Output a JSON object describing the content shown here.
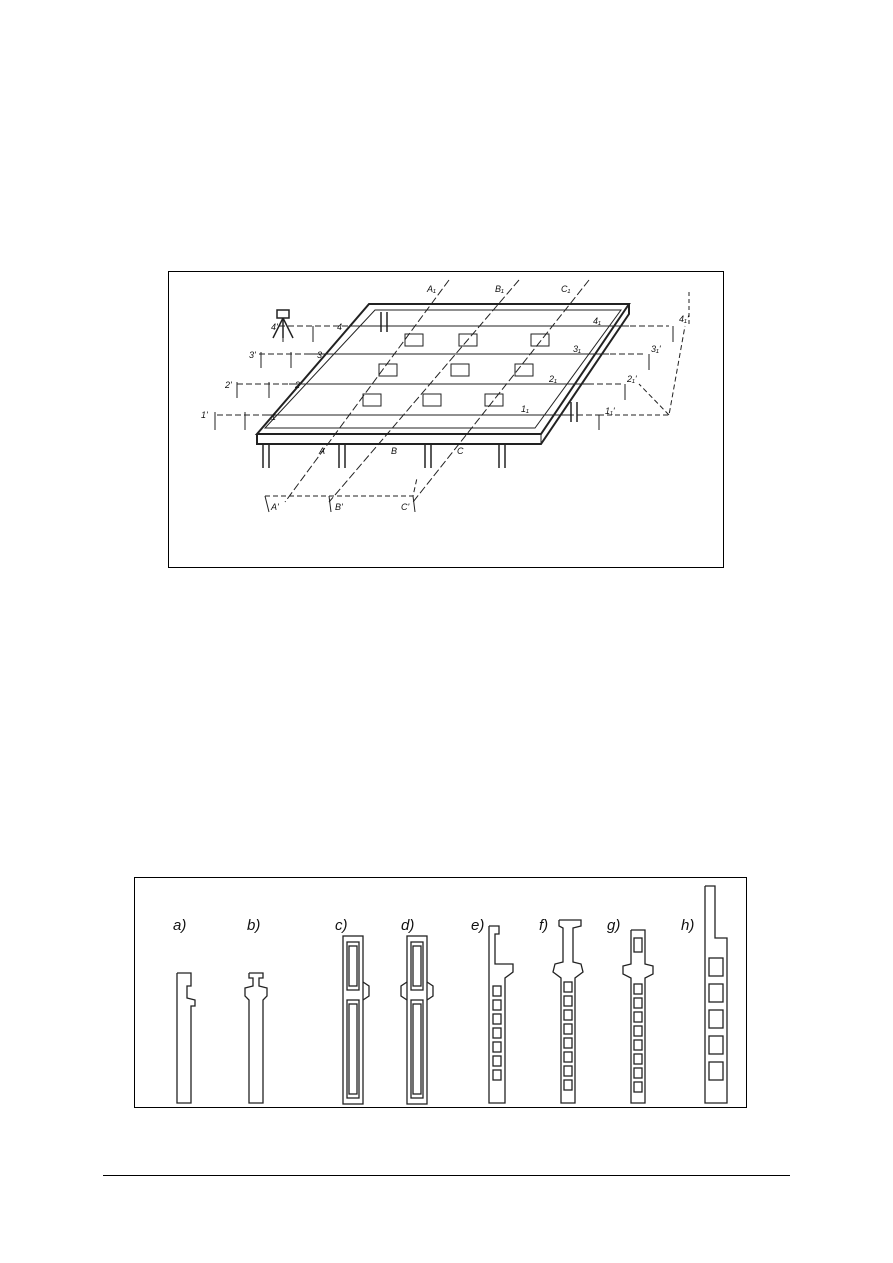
{
  "figure1": {
    "axis_labels": {
      "A1": "A₁",
      "B1": "B₁",
      "C1": "C₁",
      "r1": "1",
      "r2": "2",
      "r3": "3",
      "r4": "4",
      "r1p": "1'",
      "r2p": "2'",
      "r3p": "3'",
      "r4p": "4'",
      "a1r": "1₁",
      "a2r": "2₁",
      "a3r": "3₁",
      "a4r": "4₁",
      "rA": "A",
      "rB": "B",
      "rC": "C",
      "rAp": "A'",
      "rBp": "B'",
      "rCp": "C'",
      "rE1": "1₁'",
      "rE2": "2₁'",
      "rE3": "3₁'",
      "rE4": "4₁'"
    }
  },
  "figure2": {
    "panels": [
      "a)",
      "b)",
      "c)",
      "d)",
      "e)",
      "f)",
      "g)",
      "h)"
    ]
  }
}
